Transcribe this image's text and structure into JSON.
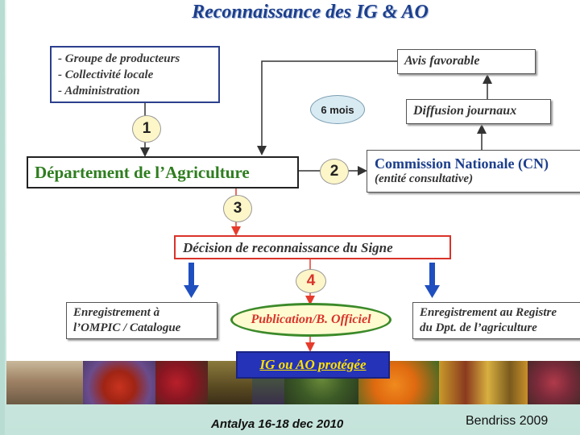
{
  "title": "Reconnaissance des IG & AO",
  "applicants": [
    "- Groupe de producteurs",
    "- Collectivité locale",
    "- Administration"
  ],
  "department": "Département de l’Agriculture",
  "commission": {
    "line1": "Commission Nationale (CN)",
    "line2": "(entité consultative)"
  },
  "diffusion": "Diffusion journaux",
  "avis": "Avis favorable",
  "delay": "6 mois",
  "steps": [
    "1",
    "2",
    "3",
    "4"
  ],
  "decision": "Décision de reconnaissance du Signe",
  "ompic": {
    "line1": "Enregistrement à",
    "line2": "l’OMPIC / Catalogue"
  },
  "publication": "Publication/B. Officiel",
  "registre": {
    "line1": "Enregistrement au Registre",
    "line2": "du Dpt. de l’agriculture"
  },
  "protected": "IG ou AO protégée",
  "footer": {
    "event": "Antalya 16-18 dec 2010",
    "author": "Bendriss 2009"
  },
  "colors": {
    "title": "#1c3f8c",
    "department_text": "#2e7d1f",
    "arrow_red": "#e53b2c",
    "arrow_blue": "#1f4fbf",
    "protected_bg": "#2533b8",
    "protected_text": "#ffe100"
  }
}
